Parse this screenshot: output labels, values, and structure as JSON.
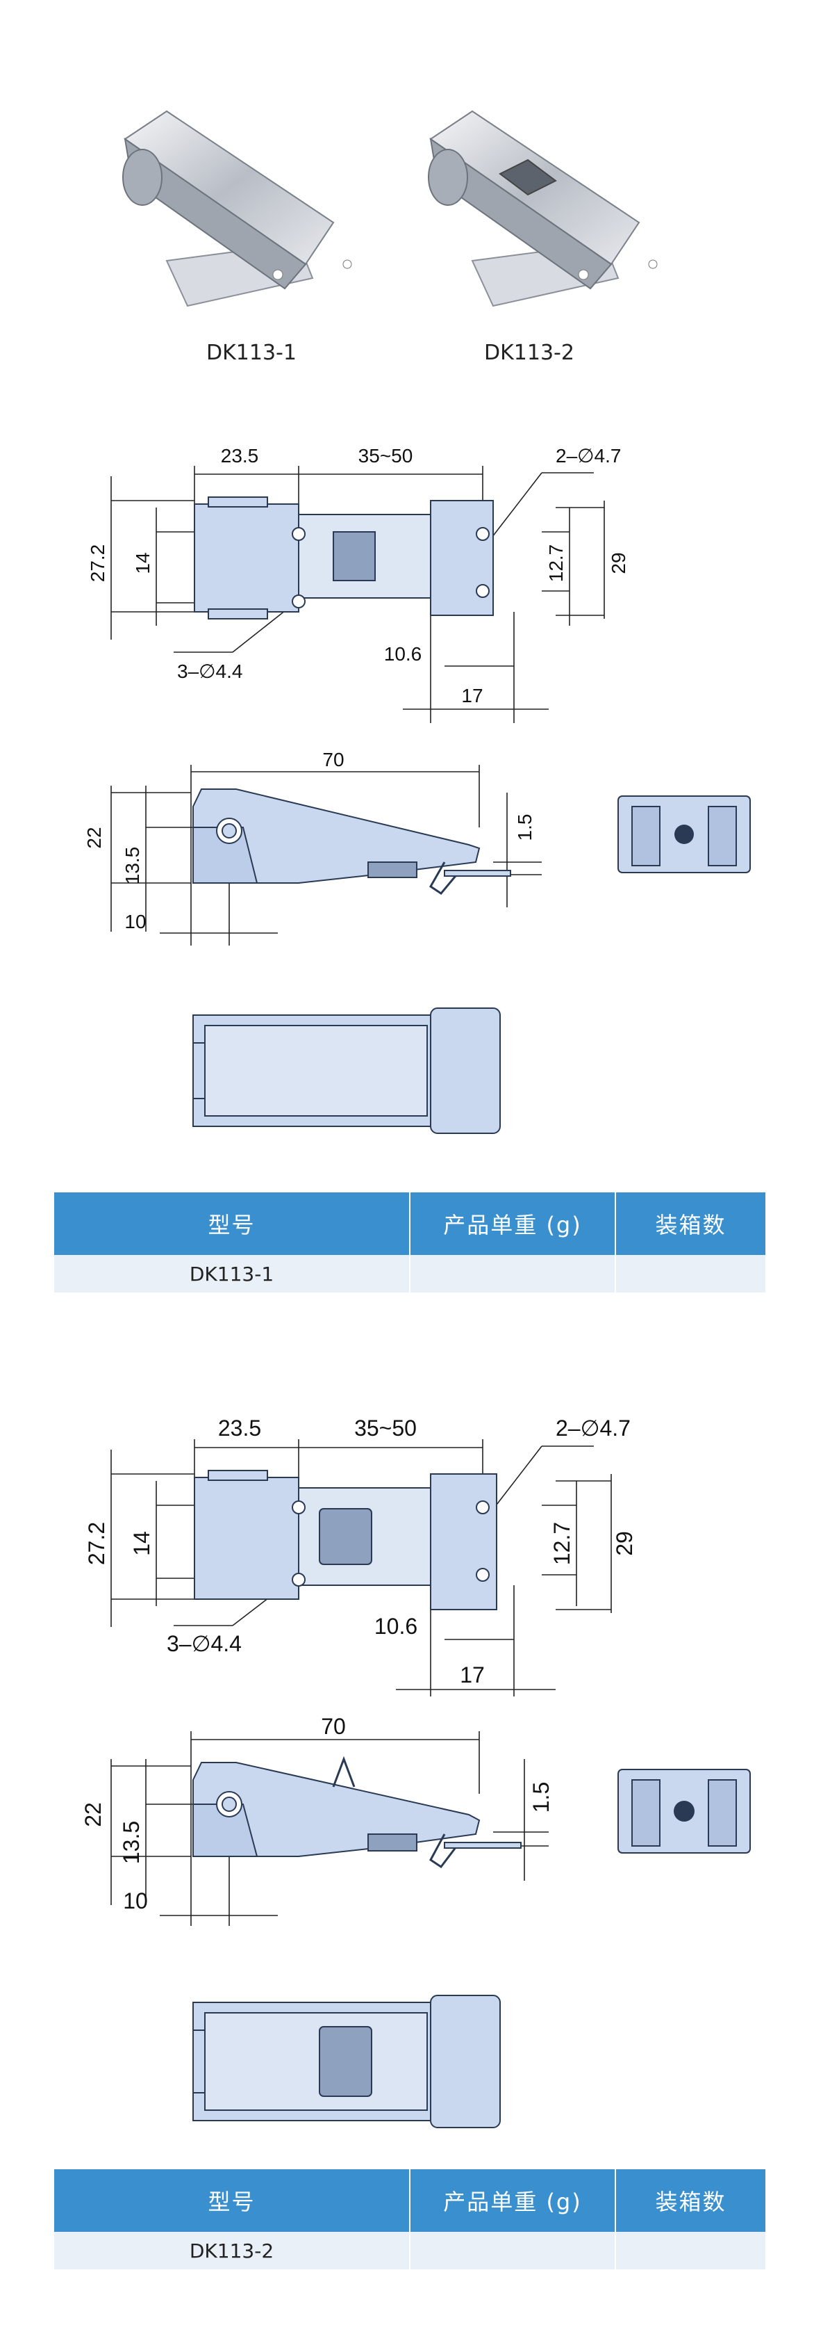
{
  "products": [
    {
      "model": "DK113-1",
      "dims_top": {
        "a": "23.5",
        "b": "35~50",
        "holes_right": "2–∅4.7",
        "h_left": "27.2",
        "h_inner": "14",
        "h_right_inner": "12.7",
        "h_right": "29",
        "holes_left": "3–∅4.4",
        "w_small": "10.6",
        "w_right": "17"
      },
      "dims_side": {
        "len": "70",
        "h": "22",
        "h_pivot": "13.5",
        "gap": "1.5",
        "offset": "10"
      }
    },
    {
      "model": "DK113-2",
      "dims_top": {
        "a": "23.5",
        "b": "35~50",
        "holes_right": "2–∅4.7",
        "h_left": "27.2",
        "h_inner": "14",
        "h_right_inner": "12.7",
        "h_right": "29",
        "holes_left": "3–∅4.4",
        "w_small": "10.6",
        "w_right": "17"
      },
      "dims_side": {
        "len": "70",
        "h": "22",
        "h_pivot": "13.5",
        "gap": "1.5",
        "offset": "10"
      }
    }
  ],
  "table": {
    "headers": [
      "型号",
      "产品单重 (g)",
      "装箱数"
    ],
    "rows": [
      [
        "DK113-1",
        "",
        ""
      ],
      [
        "DK113-2",
        "",
        ""
      ]
    ]
  },
  "colors": {
    "part_fill": "#c9d8ef",
    "part_stroke": "#2a3a55",
    "header_blue": "#3a8fce",
    "row_bg": "#eaf0f8"
  }
}
